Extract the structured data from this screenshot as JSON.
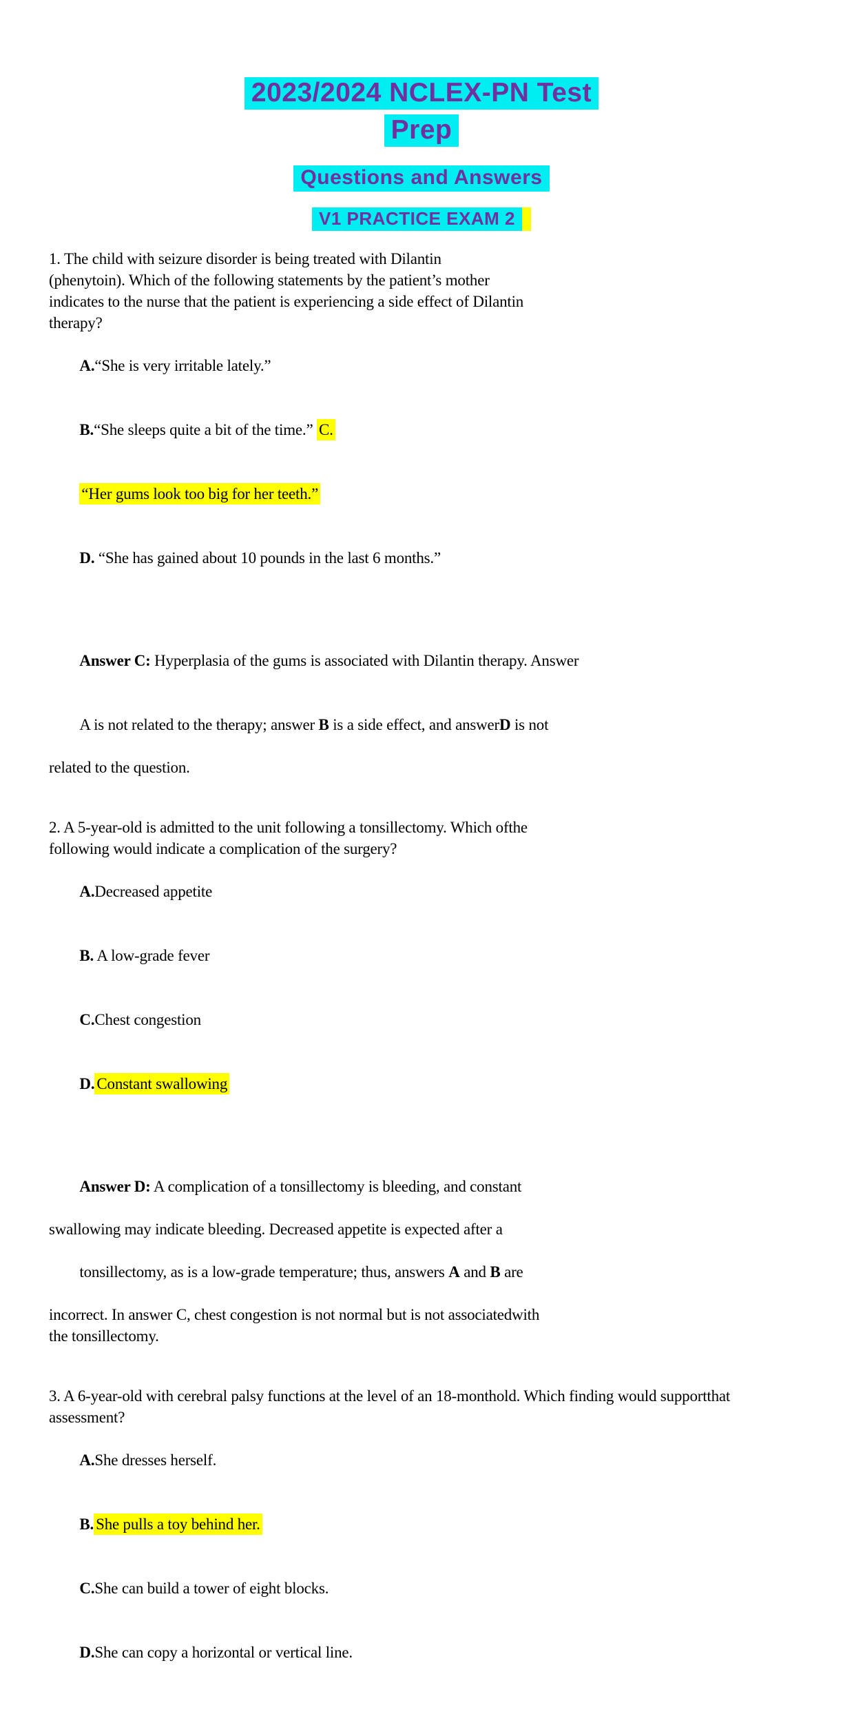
{
  "colors": {
    "highlight_cyan": "#00eef2",
    "highlight_yellow": "#ffff00",
    "heading_purple": "#7030a0"
  },
  "header": {
    "title_line1": "2023/2024 NCLEX-PN Test",
    "title_line2": "Prep",
    "subtitle": "Questions and Answers",
    "exam_label": "V1 PRACTICE EXAM 2"
  },
  "q1": {
    "l1": "1. The child with seizure disorder is being treated with Dilantin",
    "l2": "(phenytoin). Which of the following statements by the patient’s mother",
    "l3": "indicates to the nurse that the patient is experiencing a side effect of Dilantin",
    "l4": "therapy?",
    "a_label": "A.",
    "a_text": "“She is very irritable lately.”",
    "b_label": "B.",
    "b_text": "“She sleeps quite a bit of the time.” ",
    "c_label": "C.",
    "c_text": "“Her gums look too big for her teeth.”",
    "d_label": "D.",
    "d_text": " “She has gained about 10 pounds in the last 6 months.”"
  },
  "ans1": {
    "label": "Answer C:",
    "l1_rest": " Hyperplasia of the gums is associated with Dilantin therapy. Answer",
    "l2_a": "A is not related to the therapy; answer ",
    "l2_b": "B",
    "l2_c": " is a side effect, and answer",
    "l2_d": "D",
    "l2_e": " is not",
    "l3": "related to the question."
  },
  "q2": {
    "l1": "2. A 5-year-old is admitted to the unit following a tonsillectomy. Which ofthe",
    "l2": "following would indicate a complication of the surgery?",
    "a_label": "A.",
    "a_text": "Decreased appetite",
    "b_label": "B.",
    "b_text": " A low-grade fever",
    "c_label": "C.",
    "c_text": "Chest congestion",
    "d_label": "D.",
    "d_text": "Constant swallowing"
  },
  "ans2": {
    "label": "Answer D:",
    "l1_rest": " A complication of a tonsillectomy is bleeding, and constant",
    "l2": "swallowing may indicate bleeding. Decreased appetite is expected after a",
    "l3_a": "tonsillectomy, as is a low-grade temperature; thus, answers ",
    "l3_b": "A",
    "l3_c": " and ",
    "l3_d": "B",
    "l3_e": " are",
    "l4": "incorrect. In answer C, chest congestion is not normal but is not associatedwith",
    "l5": "the tonsillectomy."
  },
  "q3": {
    "l1": "3. A 6-year-old with cerebral palsy functions at the level of an 18-monthold. Which finding would supportthat",
    "l2": "assessment?",
    "a_label": "A.",
    "a_text": "She dresses herself.",
    "b_label": "B.",
    "b_text": "She pulls a toy behind her.",
    "c_label": "C.",
    "c_text": "She can build a tower of eight blocks.",
    "d_label": "D.",
    "d_text": "She can copy a horizontal or vertical line."
  }
}
